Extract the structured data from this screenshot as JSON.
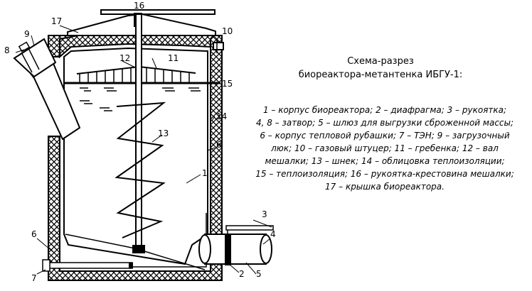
{
  "title_lines": [
    "Схема-разрез",
    "биореактора-метантенка ИБГУ-1:"
  ],
  "legend_lines": [
    "1 – корпус биореактора; 2 – диафрагма; 3 – рукоятка;",
    "4, 8 – затвор; 5 – шлюз для выгрузки сброженной массы;",
    "6 – корпус тепловой рубашки; 7 – ТЭН; 9 – загрузочный",
    "люк; 10 – газовый штуцер; 11 – гребенка; 12 – вал",
    "мешалки; 13 – шнек; 14 – облицовка теплоизоляции;",
    "15 – теплоизоляция; 16 – рукоятка-крестовина мешалки;",
    "17 – крышка биореактора."
  ],
  "labels": {
    "n1": "1",
    "n2": "2",
    "n3": "3",
    "n4": "4",
    "n5": "5",
    "n6a": "6",
    "n6b": "6",
    "n7": "7",
    "n8": "8",
    "n9": "9",
    "n10": "10",
    "n11": "11",
    "n12": "12",
    "n13": "13",
    "n14": "14",
    "n15": "15",
    "n16": "16",
    "n17": "17"
  }
}
